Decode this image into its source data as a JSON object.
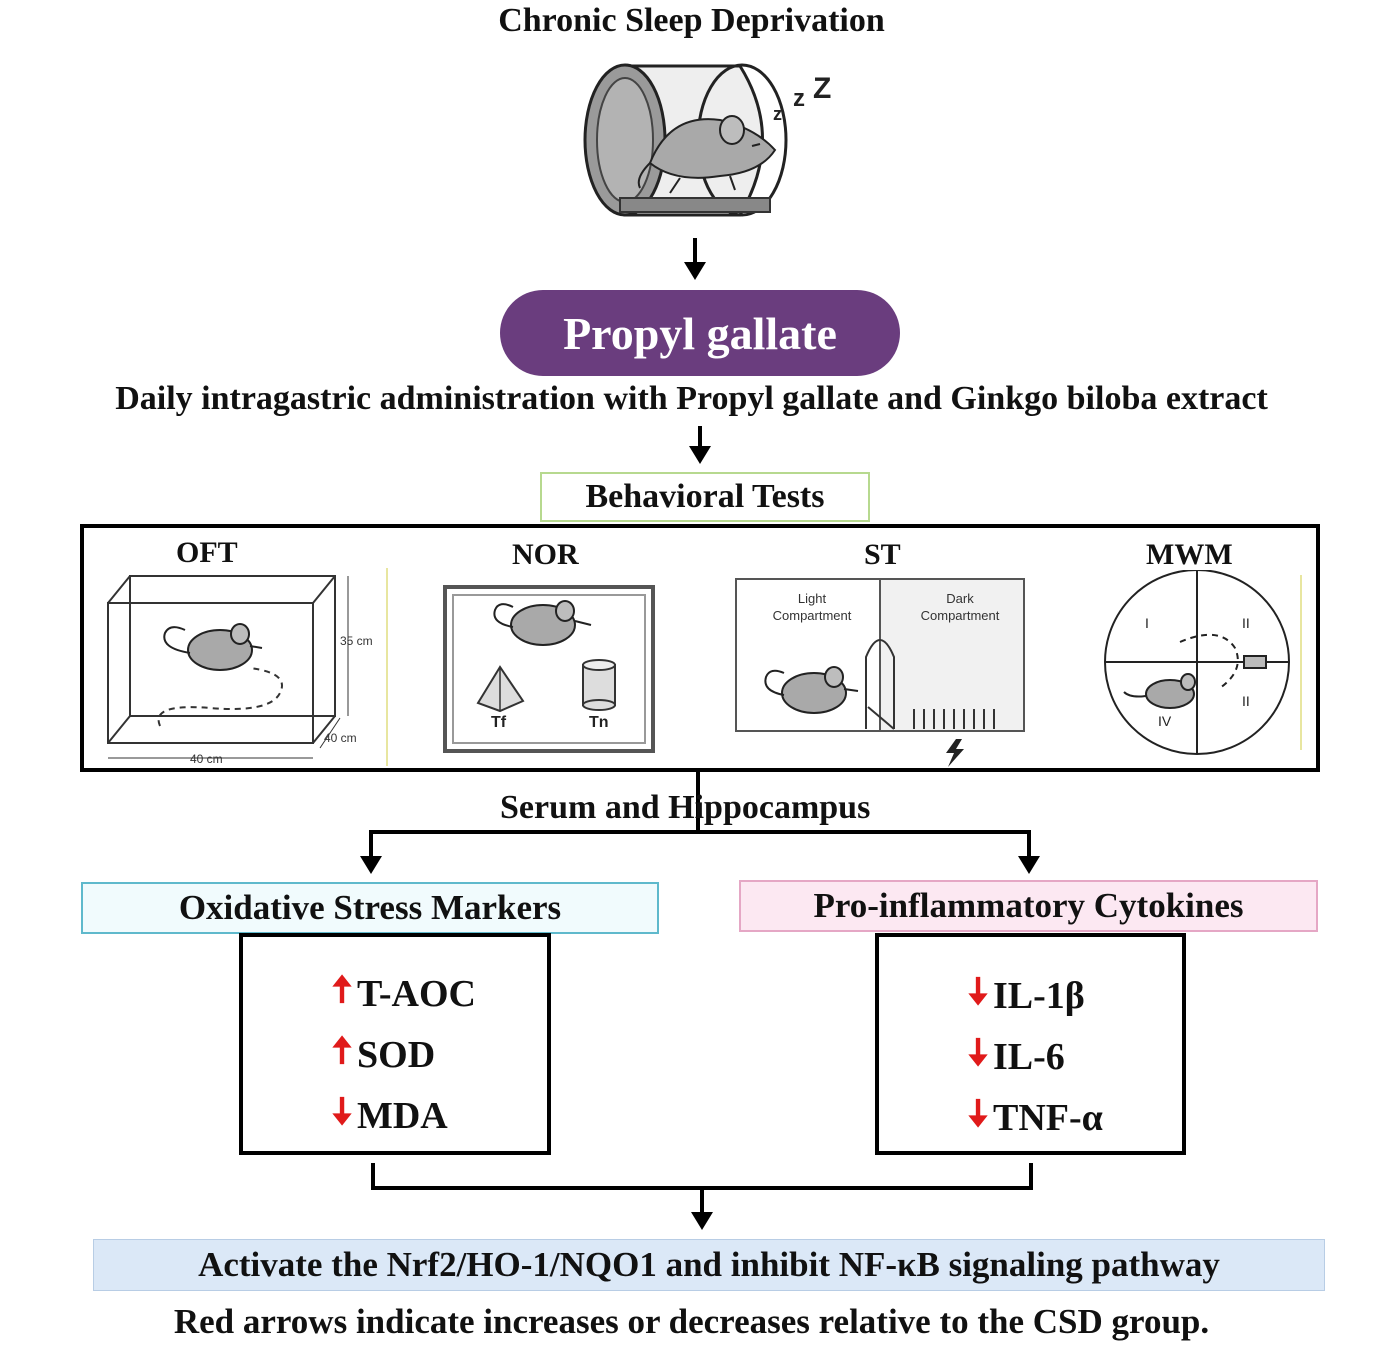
{
  "title": "Chronic Sleep Deprivation",
  "sleep_zs": [
    "z",
    "z",
    "Z"
  ],
  "treatment": "Propyl gallate",
  "administration": "Daily intragastric administration with Propyl gallate and Ginkgo biloba extract",
  "behavioral_tests": {
    "heading": "Behavioral Tests",
    "tests": [
      {
        "label": "OFT",
        "dims": [
          "35 cm",
          "40 cm",
          "40 cm"
        ]
      },
      {
        "label": "NOR",
        "objects": [
          "Tf",
          "Tn"
        ]
      },
      {
        "label": "ST",
        "compartments": [
          [
            "Light",
            "Compartment"
          ],
          [
            "Dark",
            "Compartment"
          ]
        ]
      },
      {
        "label": "MWM",
        "quadrants": [
          "I",
          "II",
          "II",
          "IV"
        ]
      }
    ]
  },
  "sampling": "Serum and Hippocampus",
  "oxidative": {
    "heading": "Oxidative Stress Markers",
    "markers": [
      {
        "direction": "up",
        "label": "T-AOC"
      },
      {
        "direction": "up",
        "label": "SOD"
      },
      {
        "direction": "down",
        "label": "MDA"
      }
    ]
  },
  "cytokines": {
    "heading": "Pro-inflammatory Cytokines",
    "markers": [
      {
        "direction": "down",
        "label": "IL-1β"
      },
      {
        "direction": "down",
        "label": "IL-6"
      },
      {
        "direction": "down",
        "label": "TNF-α"
      }
    ]
  },
  "pathway": "Activate the Nrf2/HO-1/NQO1 and inhibit NF-κB signaling pathway",
  "note": "Red arrows indicate increases or decreases relative to the CSD group.",
  "colors": {
    "pill": "#6a3d7e",
    "arrow_red": "#e01a1a"
  }
}
